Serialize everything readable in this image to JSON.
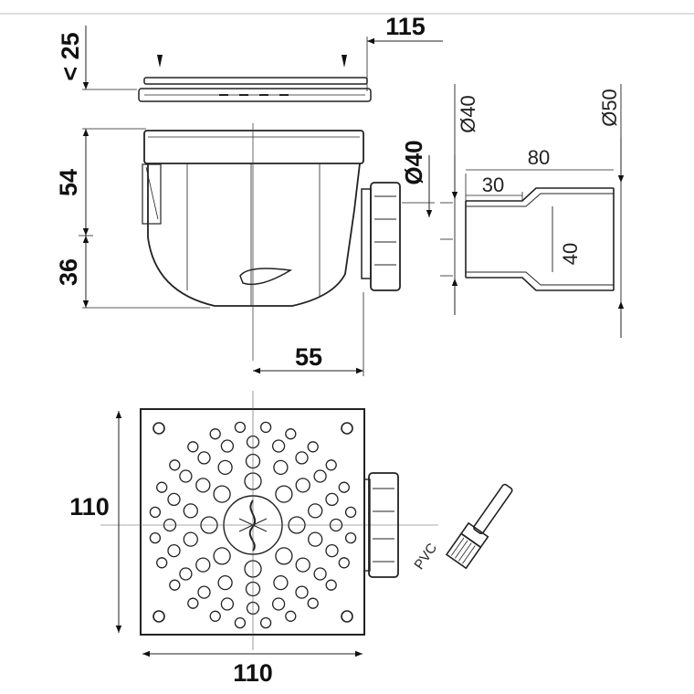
{
  "dimensions": {
    "top_width": "115",
    "cover_gap": "< 25",
    "body_height": "54",
    "base_height": "36",
    "outlet_offset": "55",
    "outlet_diameter": "Ø40",
    "pipe_inner_diameter": "Ø40",
    "pipe_outer_diameter": "Ø50",
    "pipe_length": "80",
    "socket_length": "30",
    "pipe_inner_height": "40",
    "plate_height": "110",
    "plate_width": "110"
  },
  "glue_label": "PVC",
  "colors": {
    "line": "#222222",
    "background": "#ffffff"
  }
}
